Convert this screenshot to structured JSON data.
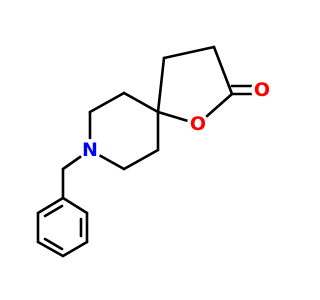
{
  "molecule": {
    "atoms": [
      {
        "symbol": "N",
        "color": "#0000ff"
      },
      {
        "symbol": "O",
        "color": "#ff0000"
      },
      {
        "symbol": "O",
        "color": "#ff0000"
      }
    ],
    "bond_color": "#000000",
    "background": "#ffffff"
  }
}
